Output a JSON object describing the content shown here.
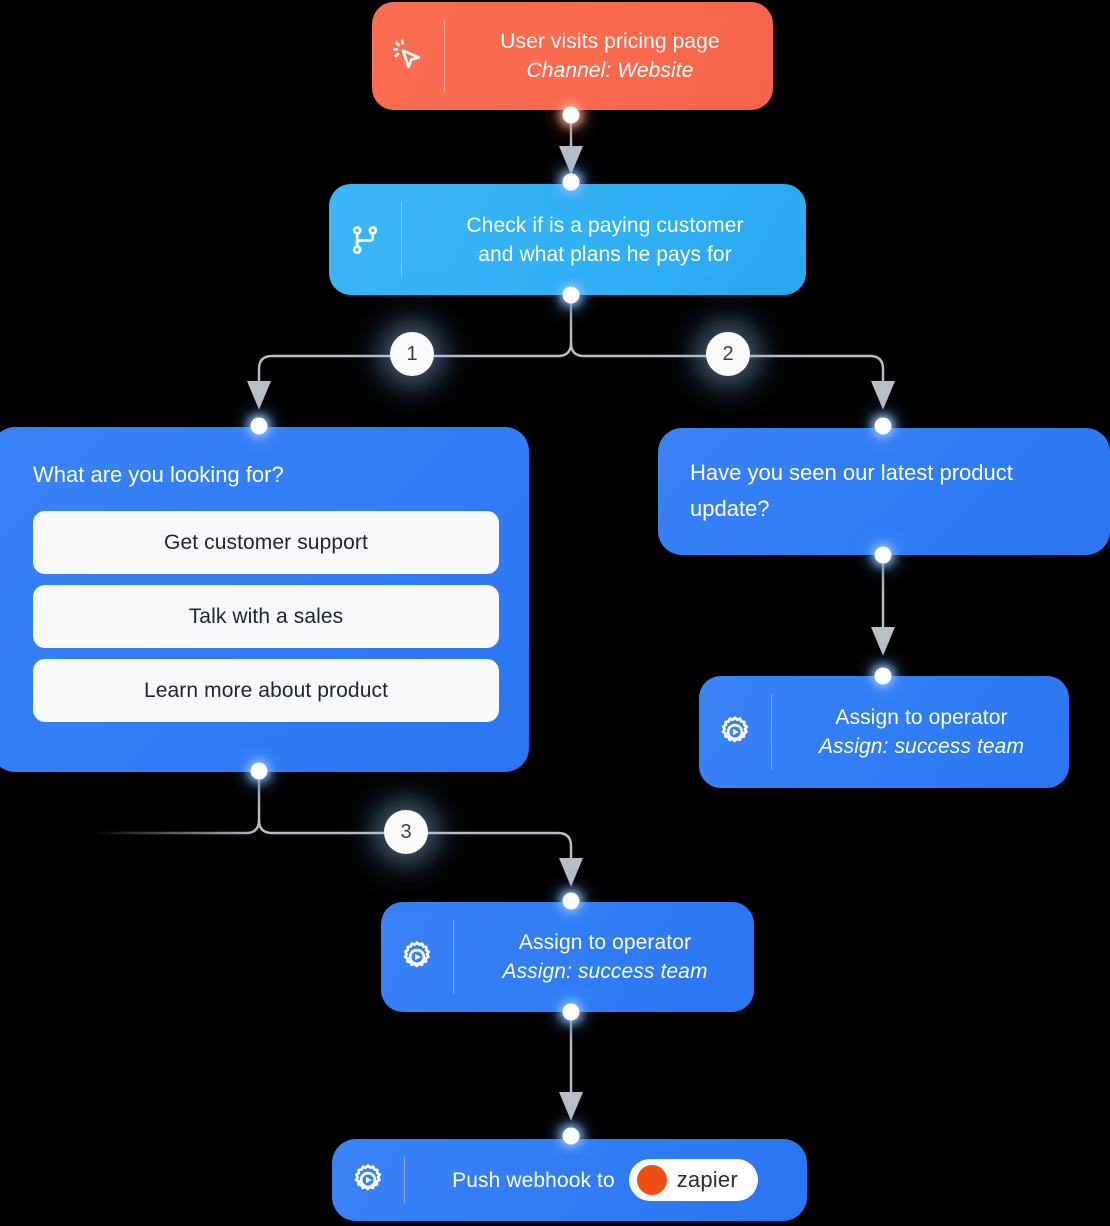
{
  "canvas": {
    "background": "#000000",
    "accent_blue": "#3b82f6",
    "accent_cyan": "#35b4f5",
    "accent_orange": "#f96a4e",
    "connector_color": "#b9bec7",
    "port_color": "#ffffff"
  },
  "nodes": {
    "trigger": {
      "icon": "cursor-click-icon",
      "title": "User visits pricing page",
      "subtitle": "Channel: Website",
      "color": "#f96a4e"
    },
    "condition": {
      "icon": "git-branch-icon",
      "title_line1": "Check if is a paying customer",
      "title_line2": "and what plans he pays for",
      "color": "#35b4f5"
    },
    "options": {
      "question": "What are you looking for?",
      "color": "#3b82f6",
      "choices": [
        {
          "label": "Get customer support"
        },
        {
          "label": "Talk with a sales"
        },
        {
          "label": "Learn more about product"
        }
      ]
    },
    "update": {
      "question": "Have you seen our latest product update?",
      "color": "#3b82f6"
    },
    "assign_right": {
      "icon": "gear-play-icon",
      "title": "Assign to operator",
      "subtitle": "Assign: success team",
      "color": "#3b82f6"
    },
    "assign_bottom": {
      "icon": "gear-play-icon",
      "title": "Assign to operator",
      "subtitle": "Assign: success team",
      "color": "#3b82f6"
    },
    "webhook": {
      "icon": "gear-play-icon",
      "title": "Push webhook to",
      "integration": {
        "name": "zapier",
        "dot_color": "#f04e13"
      },
      "color": "#3b82f6"
    }
  },
  "branches": [
    {
      "id": "1",
      "label": "1"
    },
    {
      "id": "2",
      "label": "2"
    },
    {
      "id": "3",
      "label": "3"
    }
  ]
}
